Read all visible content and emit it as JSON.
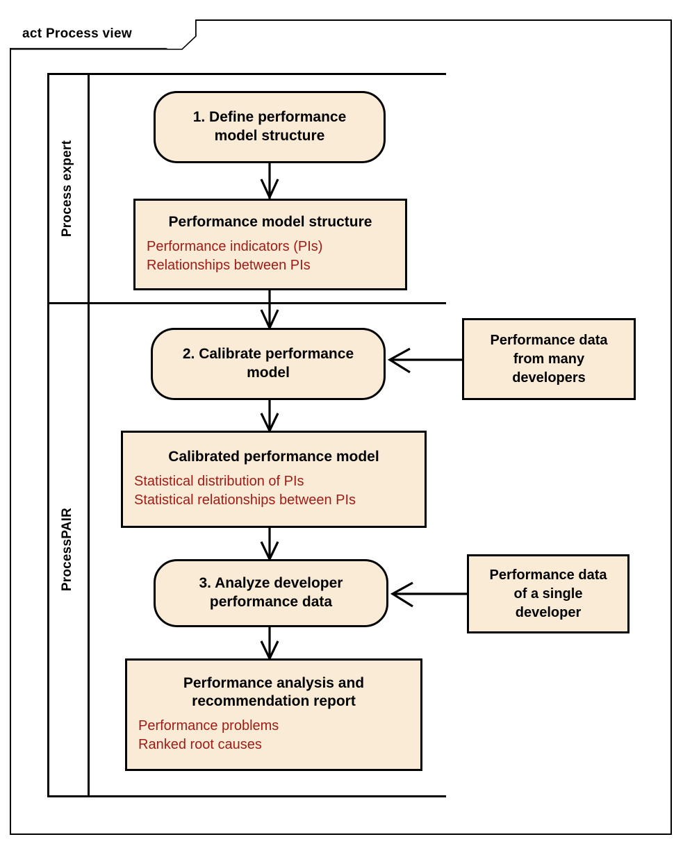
{
  "frame": {
    "keyword": "act",
    "name": "Process view",
    "tab_label": "act Process view"
  },
  "colors": {
    "shape_fill": "#faebd7",
    "shape_border": "#000000",
    "body_text": "#9e1b16",
    "title_text": "#000000",
    "shadow": "#8c8c8c",
    "page_background": "#ffffff"
  },
  "lanes": [
    {
      "id": "process-expert",
      "label": "Process expert"
    },
    {
      "id": "processpair",
      "label": "ProcessPAIR"
    }
  ],
  "actions": [
    {
      "id": "define-model-structure",
      "label": "1. Define performance\nmodel structure"
    },
    {
      "id": "calibrate-model",
      "label": "2. Calibrate performance\nmodel"
    },
    {
      "id": "analyze-developer-data",
      "label": "3. Analyze developer\nperformance data"
    }
  ],
  "artifacts": [
    {
      "id": "performance-model-structure",
      "title": "Performance model structure",
      "lines": [
        "Performance indicators (PIs)",
        "Relationships between PIs"
      ]
    },
    {
      "id": "calibrated-performance-model",
      "title": "Calibrated performance model",
      "lines": [
        "Statistical distribution of PIs",
        "Statistical relationships between PIs"
      ]
    },
    {
      "id": "performance-analysis-report",
      "title": "Performance analysis and recommendation report",
      "lines": [
        "Performance problems",
        "Ranked root causes"
      ]
    }
  ],
  "notes": [
    {
      "id": "data-many-developers",
      "label": "Performance data\nfrom many\ndevelopers"
    },
    {
      "id": "data-single-developer",
      "label": "Performance data\nof a single\ndeveloper"
    }
  ],
  "flows": [
    {
      "from": "define-model-structure",
      "to": "performance-model-structure"
    },
    {
      "from": "performance-model-structure",
      "to": "calibrate-model"
    },
    {
      "from": "calibrate-model",
      "to": "calibrated-performance-model"
    },
    {
      "from": "calibrated-performance-model",
      "to": "analyze-developer-data"
    },
    {
      "from": "analyze-developer-data",
      "to": "performance-analysis-report"
    },
    {
      "from": "data-many-developers",
      "to": "calibrate-model"
    },
    {
      "from": "data-single-developer",
      "to": "analyze-developer-data"
    }
  ]
}
